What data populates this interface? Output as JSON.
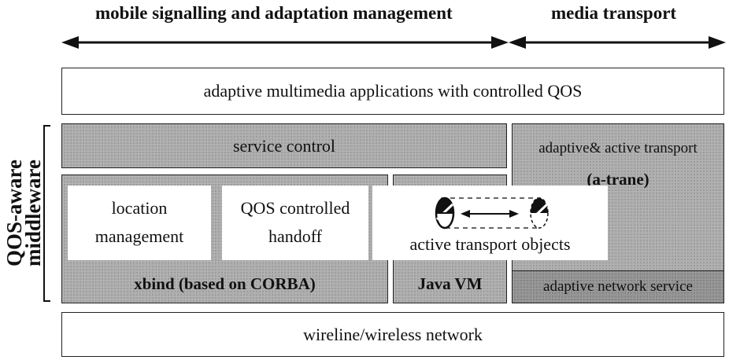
{
  "header": {
    "left_label": "mobile signalling and adaptation management",
    "right_label": "media transport"
  },
  "side_label": {
    "line1": "QOS-aware",
    "line2": "middleware"
  },
  "boxes": {
    "applications": "adaptive multimedia applications with controlled QOS",
    "service_control": "service control",
    "transport_line1": "adaptive& active transport",
    "transport_line2": "(a-trane)",
    "location_line1": "location",
    "location_line2": "management",
    "handoff_line1": "QOS controlled",
    "handoff_line2": "handoff",
    "active_objects": "active transport objects",
    "xbind": "xbind (based on CORBA)",
    "java_vm": "Java VM",
    "network_service": "adaptive network service",
    "network": "wireline/wireless network"
  },
  "colors": {
    "fill_gray": "#a9a9a9",
    "fill_dark_gray": "#8f8f8f",
    "stroke": "#222222"
  }
}
